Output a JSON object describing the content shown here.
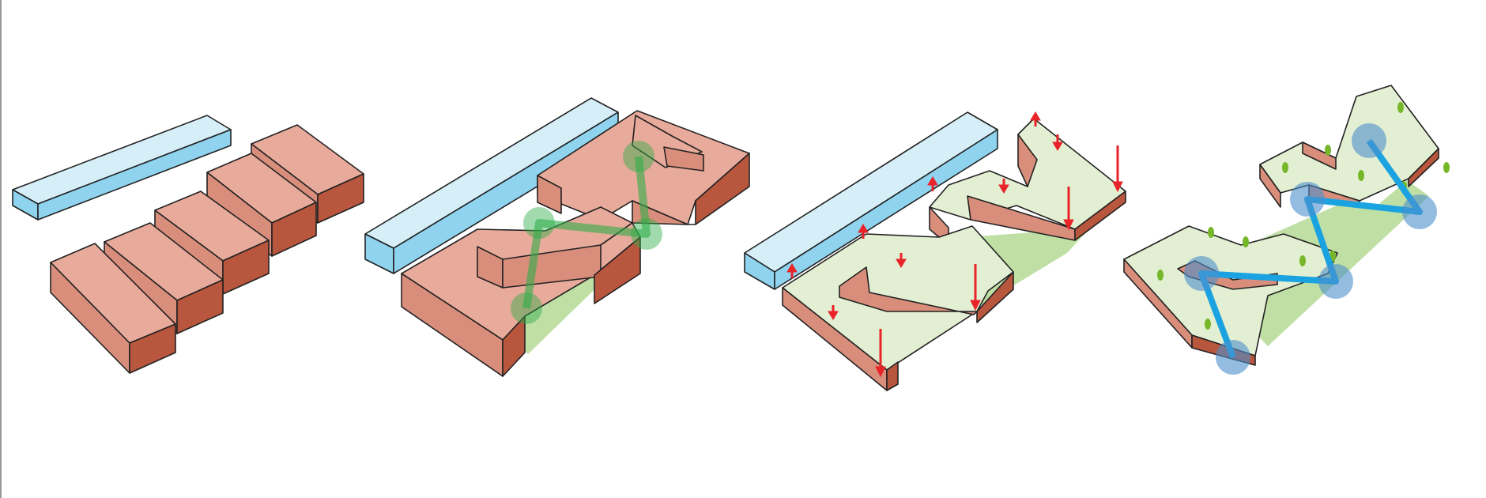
{
  "diagram": {
    "panels": [
      {
        "id": "stage-1",
        "description_visible_text": ""
      },
      {
        "id": "stage-2",
        "description_visible_text": ""
      },
      {
        "id": "stage-3",
        "description_visible_text": ""
      },
      {
        "id": "stage-4",
        "description_visible_text": ""
      }
    ]
  },
  "colors": {
    "water_top": "#d6eef8",
    "water_side": "#8fd3ef",
    "block_top": "#e8aa9a",
    "block_left": "#d98e7c",
    "block_dark": "#b9563e",
    "roof_green": "#e3efd2",
    "ground_green": "#c0dfa5",
    "path_green": "#2fae4a",
    "path_blue": "#1aa3e0",
    "node_blue": "#4d8fcc",
    "arrow_red": "#e8232a",
    "tree": "#76b72a"
  }
}
